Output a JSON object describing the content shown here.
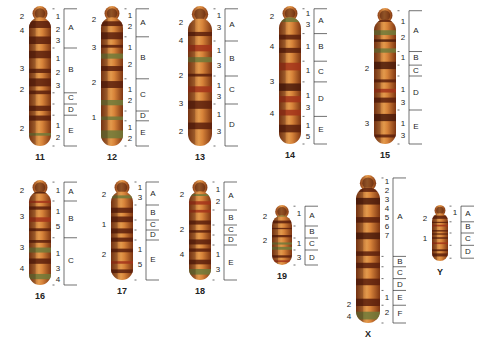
{
  "diagram": {
    "labels": [
      "2",
      "4",
      "3",
      "2",
      "2",
      "1",
      "2",
      "3",
      "1",
      "2",
      "3",
      "1",
      "2",
      "A",
      "B",
      "C",
      "D",
      "E",
      "11",
      "2",
      "3",
      "2",
      "1",
      "1",
      "2",
      "1",
      "2",
      "1",
      "2",
      "1",
      "2",
      "A",
      "B",
      "C",
      "D",
      "E",
      "12",
      "2",
      "4",
      "2",
      "3",
      "2",
      "1",
      "3",
      "1",
      "3",
      "1",
      "3",
      "1",
      "3",
      "A",
      "B",
      "C",
      "D",
      "13",
      "2",
      "4",
      "3",
      "4",
      "1",
      "3",
      "1",
      "1",
      "1",
      "3",
      "1",
      "5",
      "A",
      "B",
      "C",
      "D",
      "E",
      "14",
      "2",
      "3",
      "1",
      "2",
      "1",
      "1",
      "3",
      "1",
      "3",
      "A",
      "B",
      "C",
      "D",
      "E",
      "15",
      "2",
      "3",
      "3",
      "4",
      "1",
      "1",
      "5",
      "1",
      "3",
      "4",
      "A",
      "B",
      "C",
      "16",
      "2",
      "1",
      "2",
      "1",
      "3",
      "1",
      "5",
      "A",
      "B",
      "C",
      "D",
      "E",
      "17",
      "2",
      "2",
      "4",
      "1",
      "2",
      "1",
      "3",
      "A",
      "B",
      "C",
      "D",
      "E",
      "18",
      "2",
      "2",
      "1",
      "1",
      "3",
      "A",
      "B",
      "C",
      "D",
      "19",
      "2",
      "4",
      "1",
      "2",
      "3",
      "4",
      "5",
      "6",
      "7",
      "1",
      "2",
      "A",
      "B",
      "C",
      "D",
      "E",
      "F",
      "X",
      "2",
      "1",
      "1",
      "A",
      "B",
      "C",
      "D",
      "Y"
    ]
  }
}
